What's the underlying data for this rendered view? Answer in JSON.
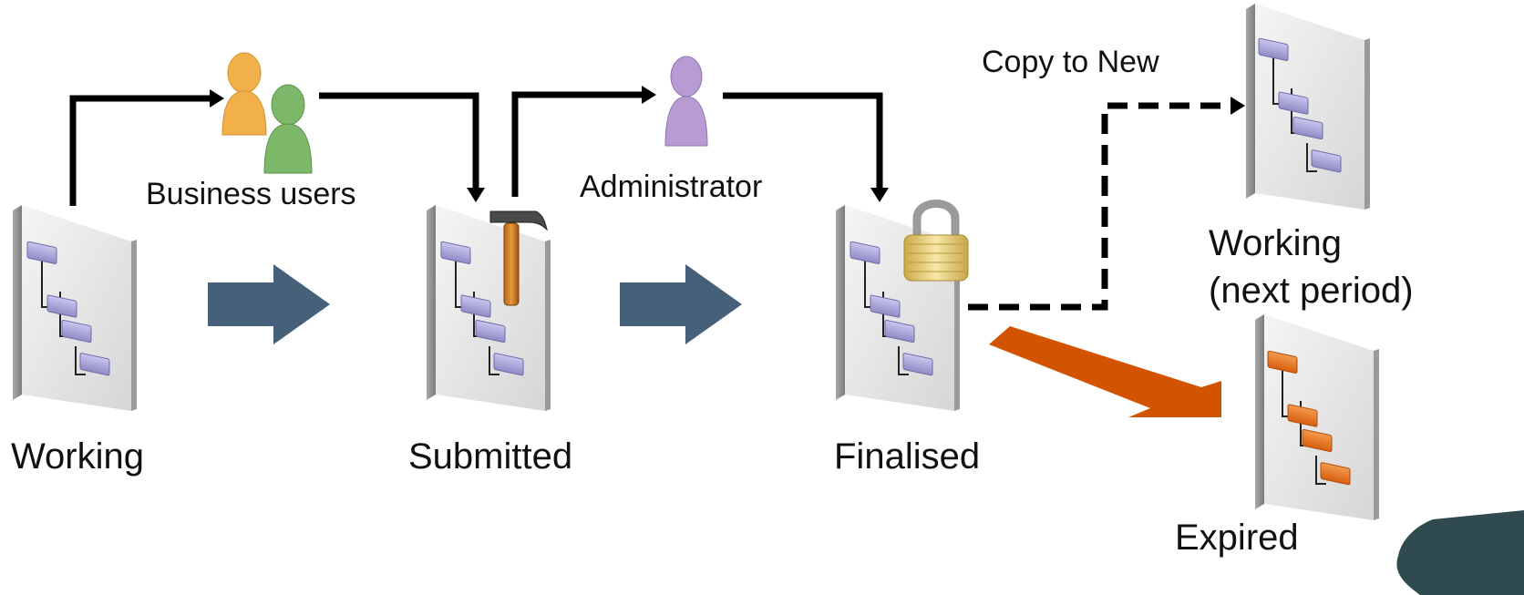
{
  "states": {
    "working": "Working",
    "submitted": "Submitted",
    "finalised": "Finalised",
    "working_next_line1": "Working",
    "working_next_line2": "(next period)",
    "expired": "Expired"
  },
  "actors": {
    "business_users": "Business users",
    "administrator": "Administrator"
  },
  "actions": {
    "copy_to_new": "Copy to New"
  },
  "icons": {
    "document": "hierarchy-document-icon",
    "hammer": "hammer-icon",
    "padlock": "padlock-icon",
    "users": "users-icon",
    "admin": "administrator-icon",
    "logo": "tree-logo-icon"
  },
  "colors": {
    "state_arrow": "#46607A",
    "expire_arrow": "#D35400",
    "node_purple": "#A9A6D8",
    "node_orange": "#E8701A",
    "flow_line": "#000000",
    "user_orange": "#F2B04B",
    "user_green": "#7DB76A",
    "admin_purple": "#B79BD2"
  }
}
